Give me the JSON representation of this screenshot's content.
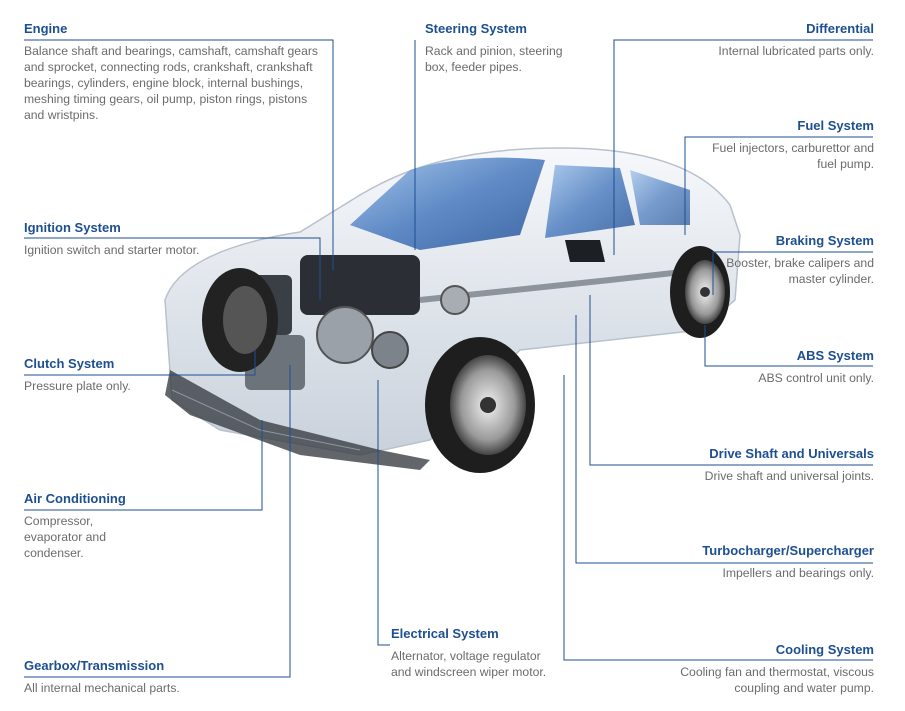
{
  "components": {
    "engine": {
      "title": "Engine",
      "desc": "Balance shaft and bearings, camshaft, camshaft gears and sprocket, connecting rods, crankshaft, crankshaft bearings, cylinders, engine block, internal bushings, meshing timing gears, oil pump, piston rings, pistons and wristpins."
    },
    "ignition": {
      "title": "Ignition System",
      "desc": "Ignition switch and starter motor."
    },
    "clutch": {
      "title": "Clutch System",
      "desc": "Pressure plate only."
    },
    "air_conditioning": {
      "title": "Air Conditioning",
      "desc": "Compressor, evaporator and condenser."
    },
    "gearbox": {
      "title": "Gearbox/Transmission",
      "desc": "All internal mechanical parts."
    },
    "steering": {
      "title": "Steering System",
      "desc": "Rack and pinion, steering box, feeder pipes."
    },
    "electrical": {
      "title": "Electrical System",
      "desc": "Alternator, voltage regulator and windscreen wiper motor."
    },
    "differential": {
      "title": "Differential",
      "desc": "Internal lubricated parts only."
    },
    "fuel": {
      "title": "Fuel System",
      "desc": "Fuel injectors, carburettor and fuel pump."
    },
    "braking": {
      "title": "Braking System",
      "desc": "Booster, brake calipers and master cylinder."
    },
    "abs": {
      "title": "ABS System",
      "desc": "ABS control unit only."
    },
    "drive_shaft": {
      "title": "Drive Shaft and Universals",
      "desc": "Drive shaft and universal joints."
    },
    "turbo": {
      "title": "Turbocharger/Supercharger",
      "desc": "Impellers and bearings only."
    },
    "cooling": {
      "title": "Cooling System",
      "desc": "Cooling fan and thermostat, viscous coupling and water pump."
    }
  },
  "colors": {
    "title": "#1d4f91",
    "leader": "#1d4f91",
    "text": "#6b6b6b",
    "car_body": "#e9edf2",
    "glass": "#5b86c4",
    "tyre": "#222222"
  }
}
